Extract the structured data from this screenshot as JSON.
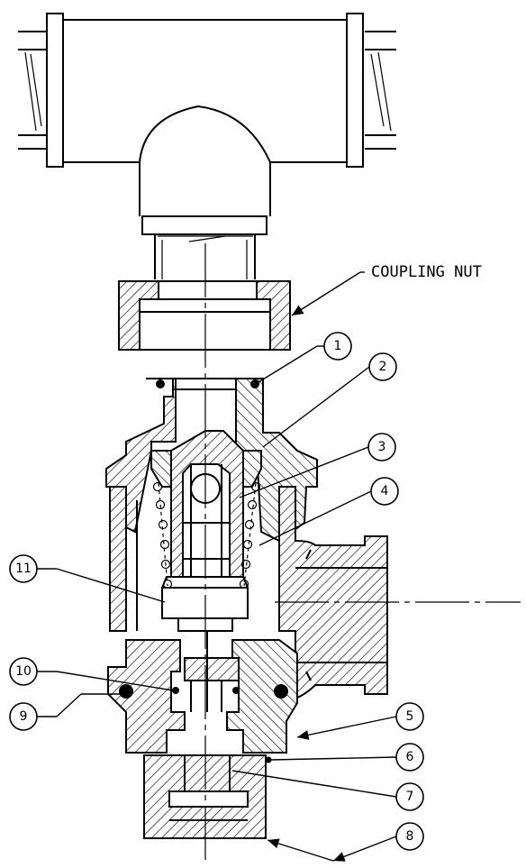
{
  "callouts": {
    "coupling_nut": "COUPLING NUT",
    "n1": "1",
    "n2": "2",
    "n3": "3",
    "n4": "4",
    "n5": "5",
    "n6": "6",
    "n7": "7",
    "n8": "8",
    "n9": "9",
    "n10": "10",
    "n11": "11"
  }
}
